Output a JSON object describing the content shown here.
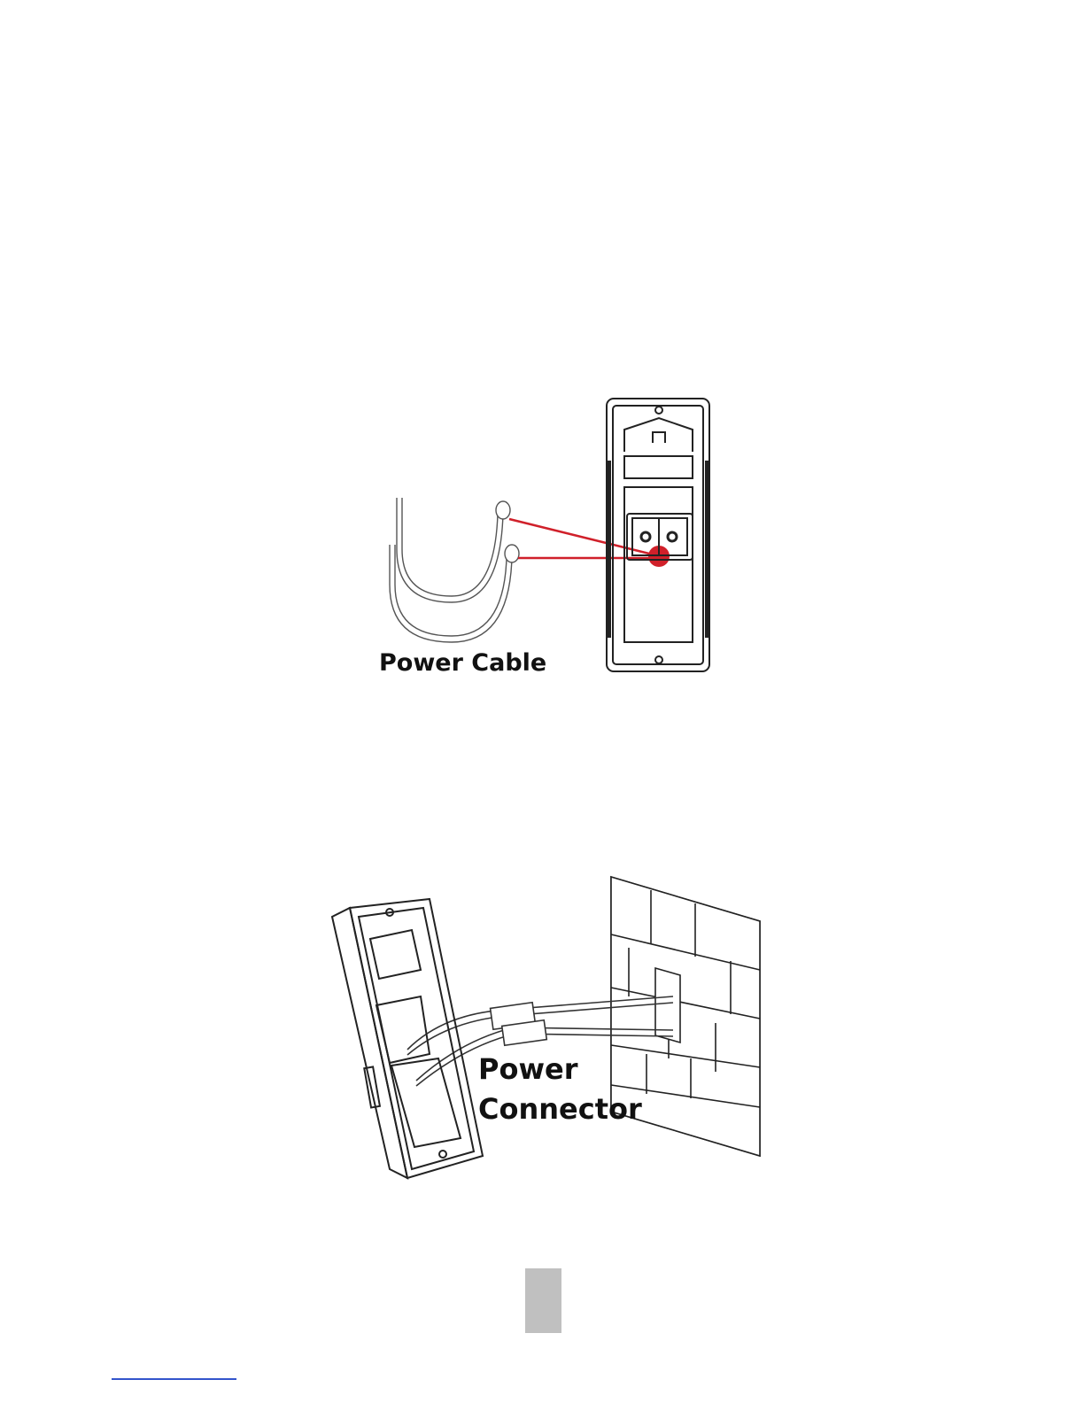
{
  "figure1": {
    "label": "Power Cable",
    "accent_color": "#d0202a"
  },
  "figure2": {
    "label_line1": "Power",
    "label_line2": "Connector"
  }
}
